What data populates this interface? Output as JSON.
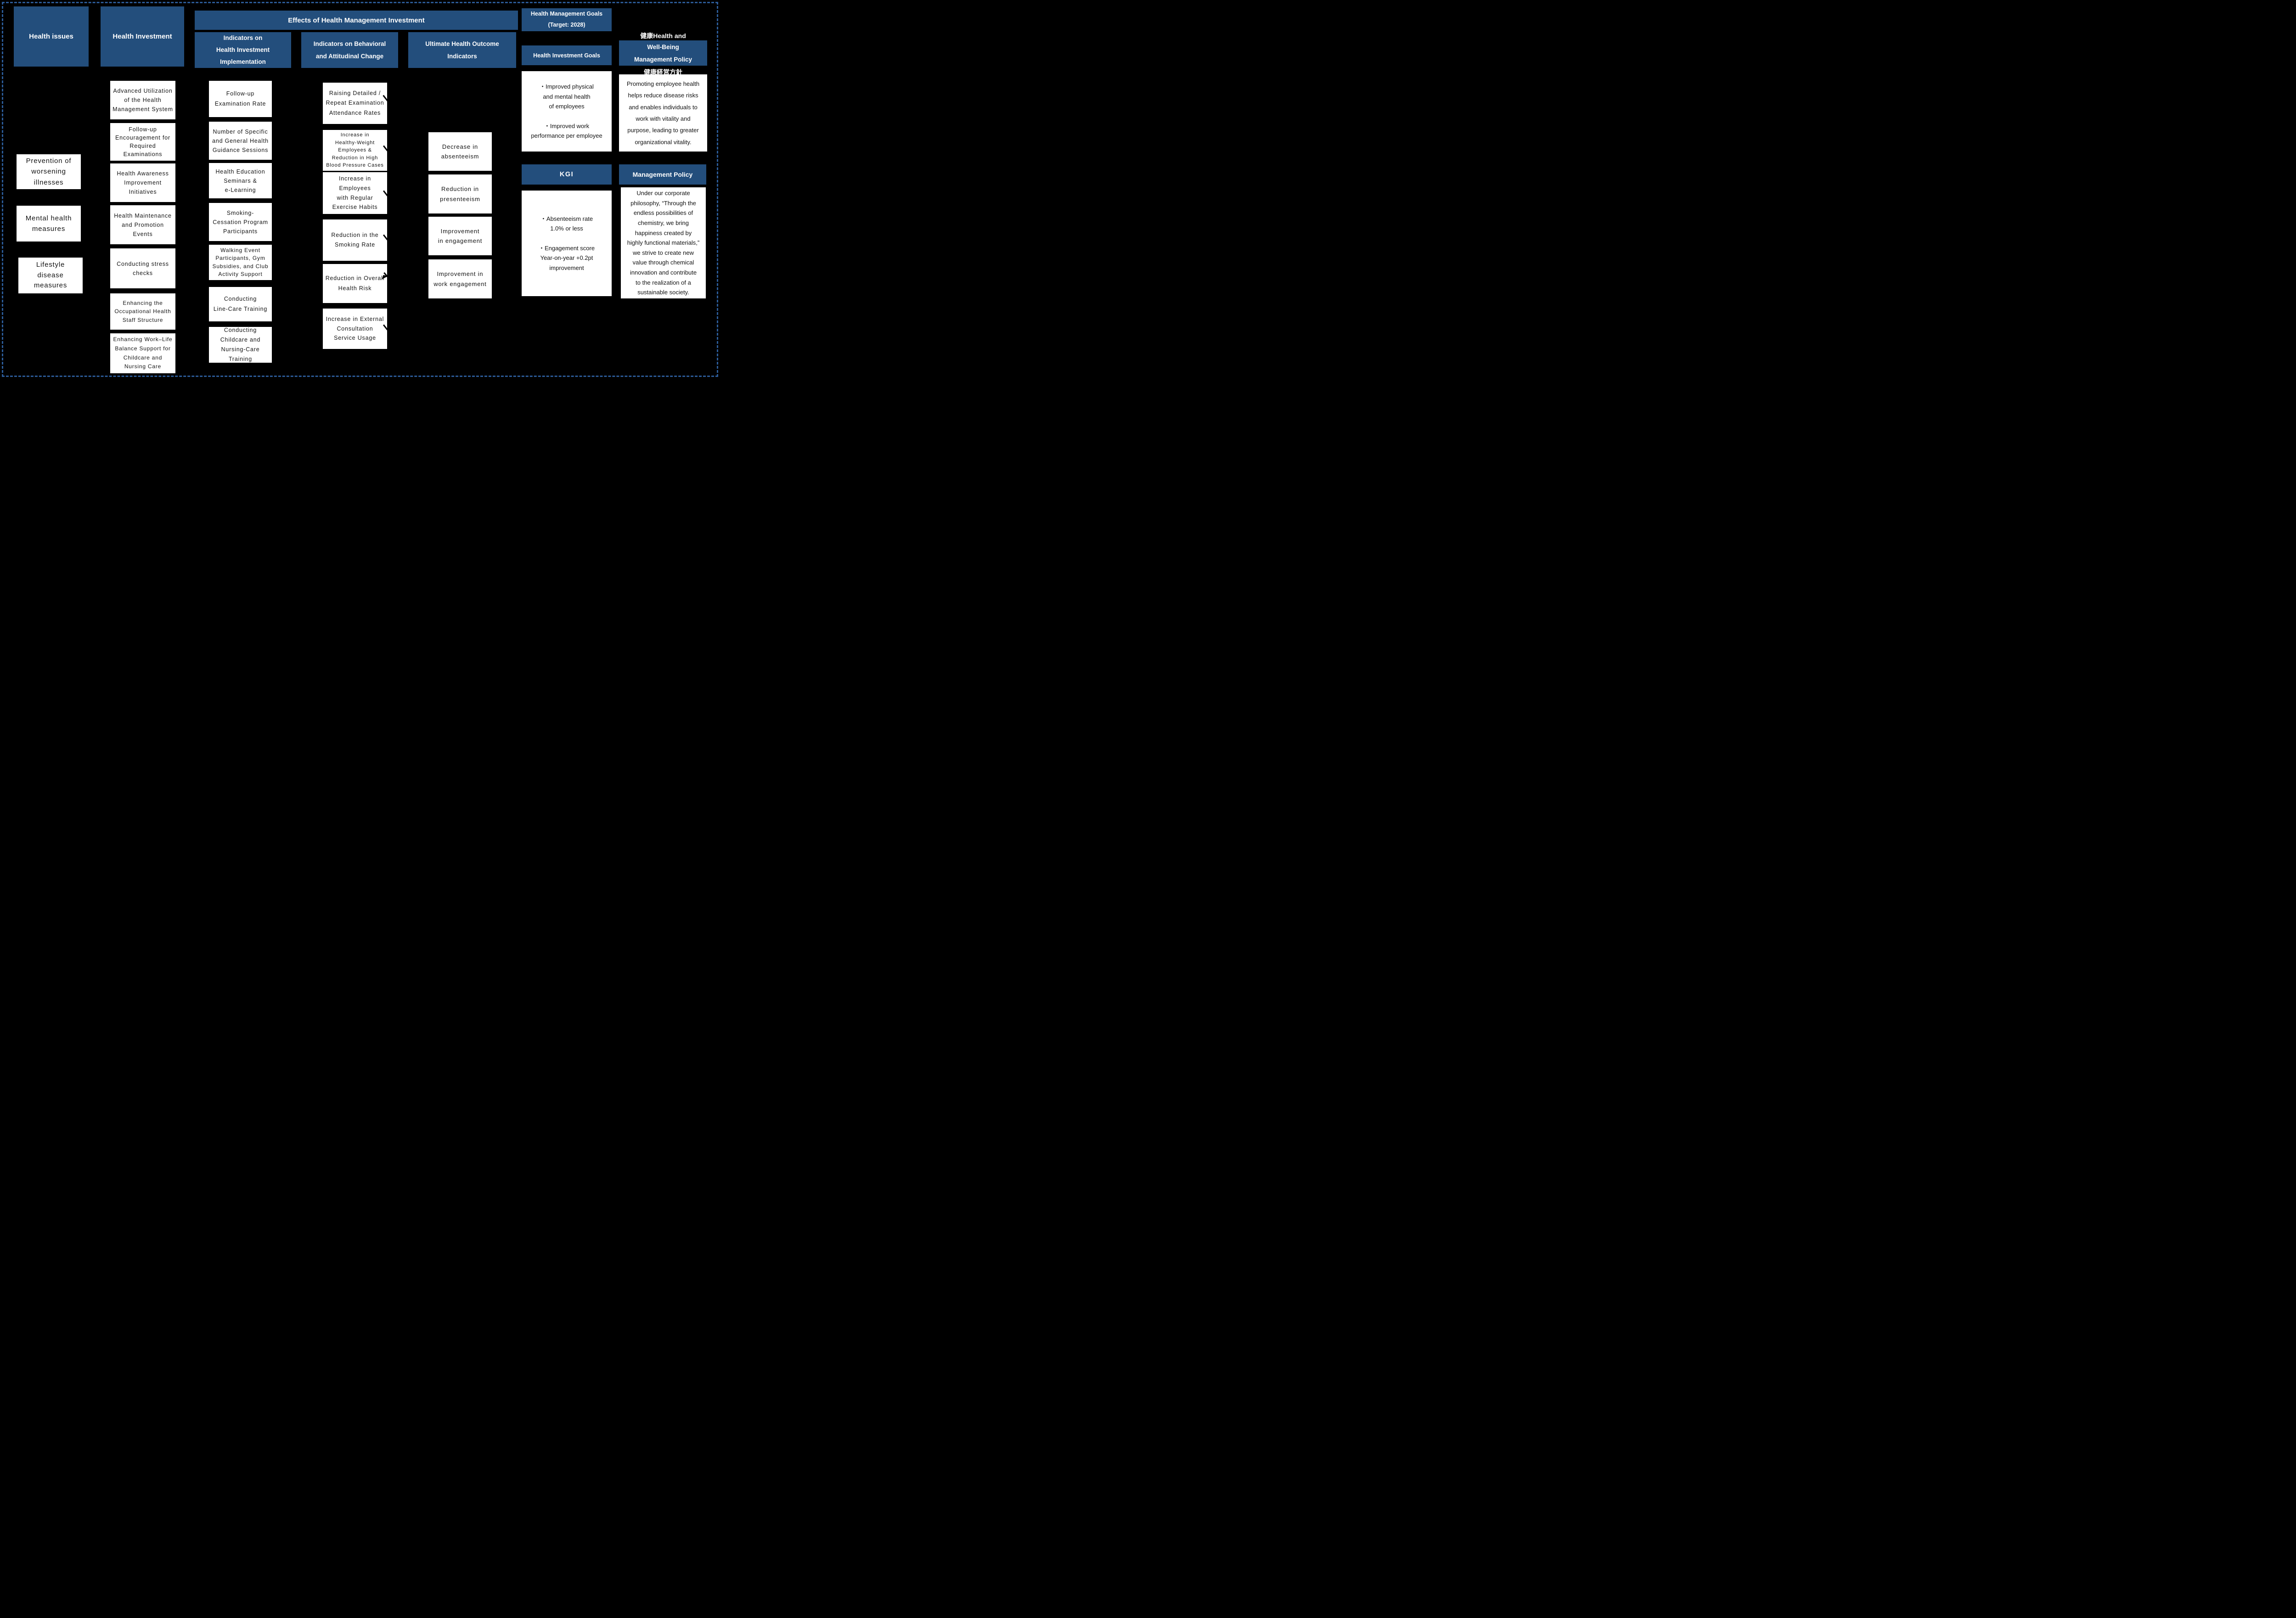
{
  "colors": {
    "header_blue": "#234E7C",
    "dashed_border_blue": "#2B5A96",
    "box_bg": "#FFFFFF",
    "page_bg": "#000000"
  },
  "col1": {
    "header": "Health issues",
    "boxes": [
      "Prevention of\nworsening\nillnesses",
      "Mental health\nmeasures",
      "Lifestyle\ndisease\nmeasures"
    ]
  },
  "col2": {
    "header": "Health Investment",
    "boxes": [
      "Advanced Utilization\nof the Health\nManagement System",
      "Follow-up\nEncouragement for\nRequired\nExaminations",
      "Health Awareness\nImprovement\nInitiatives",
      "Health Maintenance\nand Promotion\nEvents",
      "Conducting stress\nchecks",
      "Enhancing the\nOccupational Health\nStaff Structure",
      "Enhancing Work–Life\nBalance Support for\nChildcare and\nNursing Care"
    ]
  },
  "effects": {
    "banner": "Effects of Health Management Investment"
  },
  "col3": {
    "header": "Indicators on\nHealth Investment\nImplementation",
    "boxes": [
      "Follow-up\nExamination Rate",
      "Number of Specific\nand General Health\nGuidance Sessions",
      "Health Education\nSeminars &\ne-Learning",
      "Smoking-\nCessation Program\nParticipants",
      "Walking Event\nParticipants, Gym\nSubsidies, and Club\nActivity Support",
      "Conducting\nLine-Care Training",
      "Conducting\nChildcare and\nNursing-Care\nTraining"
    ]
  },
  "col4": {
    "header": "Indicators on Behavioral\nand Attitudinal Change",
    "boxes": [
      "Raising Detailed /\nRepeat Examination\nAttendance Rates",
      "Increase in\nHealthy-Weight\nEmployees &\nReduction in High\nBlood Pressure Cases",
      "Increase in\nEmployees\nwith Regular\nExercise Habits",
      "Reduction in the\nSmoking Rate",
      "Reduction in Overall\nHealth Risk",
      "Increase in External\nConsultation\nService Usage"
    ]
  },
  "col5": {
    "header": "Ultimate Health Outcome\nIndicators",
    "boxes": [
      "Decrease in\nabsenteeism",
      "Reduction in\npresenteeism",
      "Improvement\nin engagement",
      "Improvement in\nwork engagement"
    ]
  },
  "col6": {
    "header_top": "Health Management Goals\n(Target: 2028)",
    "header_goals": "Health Investment Goals",
    "goals_box": "・Improved physical\nand mental health\nof employees\n\n・Improved work\nperformance per employee",
    "kgi_header": "KGI",
    "kgi_box": "・Absenteeism rate\n1.0% or less\n\n・Engagement score\nYear-on-year +0.2pt\nimprovement"
  },
  "col7": {
    "header_overline": "健康Health and",
    "header_box": "Well-Being\nManagement Policy",
    "clipped_fragment": "健康経営方針",
    "wellbeing_box": "Promoting employee health\nhelps reduce disease risks\nand enables individuals to\nwork with vitality and\npurpose, leading to greater\norganizational vitality.",
    "mgmt_header": "Management Policy",
    "mgmt_box": "Under our corporate\nphilosophy, “Through the\nendless possibilities of\nchemistry, we bring\nhappiness created by\nhighly functional materials,”\nwe strive to create new\nvalue through chemical\ninnovation and contribute\nto the realization of a\nsustainable society."
  }
}
